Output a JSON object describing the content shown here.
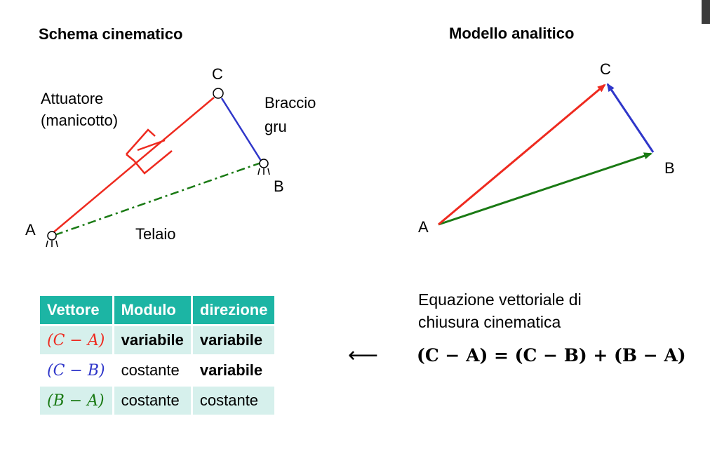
{
  "left_title": "Schema cinematico",
  "right_title": "Modello analitico",
  "left_diagram": {
    "point_a": "A",
    "point_b": "B",
    "point_c": "C",
    "actuator_label_line1": "Attuatore",
    "actuator_label_line2": "(manicotto)",
    "arm_label_line1": "Braccio",
    "arm_label_line2": "gru",
    "frame_label": "Telaio"
  },
  "right_diagram": {
    "point_a": "A",
    "point_b": "B",
    "point_c": "C"
  },
  "colors": {
    "red": "#ee2a1f",
    "blue": "#2f36c9",
    "green": "#1a7a14",
    "table_header": "#1cb5a4",
    "table_row_tint": "#d6f0ec"
  },
  "table": {
    "headers": [
      "Vettore",
      "Modulo",
      "direzione"
    ],
    "rows": [
      {
        "vector": "(C − A)",
        "modulo": "variabile",
        "direzione": "variabile",
        "color": "red"
      },
      {
        "vector": "(C − B)",
        "modulo": "costante",
        "direzione": "variabile",
        "color": "blue"
      },
      {
        "vector": "(B − A)",
        "modulo": "costante",
        "direzione": "costante",
        "color": "green"
      }
    ]
  },
  "arrow_glyph": "⟵",
  "equation_caption_line1": "Equazione vettoriale di",
  "equation_caption_line2": "chiusura cinematica",
  "equation": "(C − A) = (C − B) + (B − A)"
}
